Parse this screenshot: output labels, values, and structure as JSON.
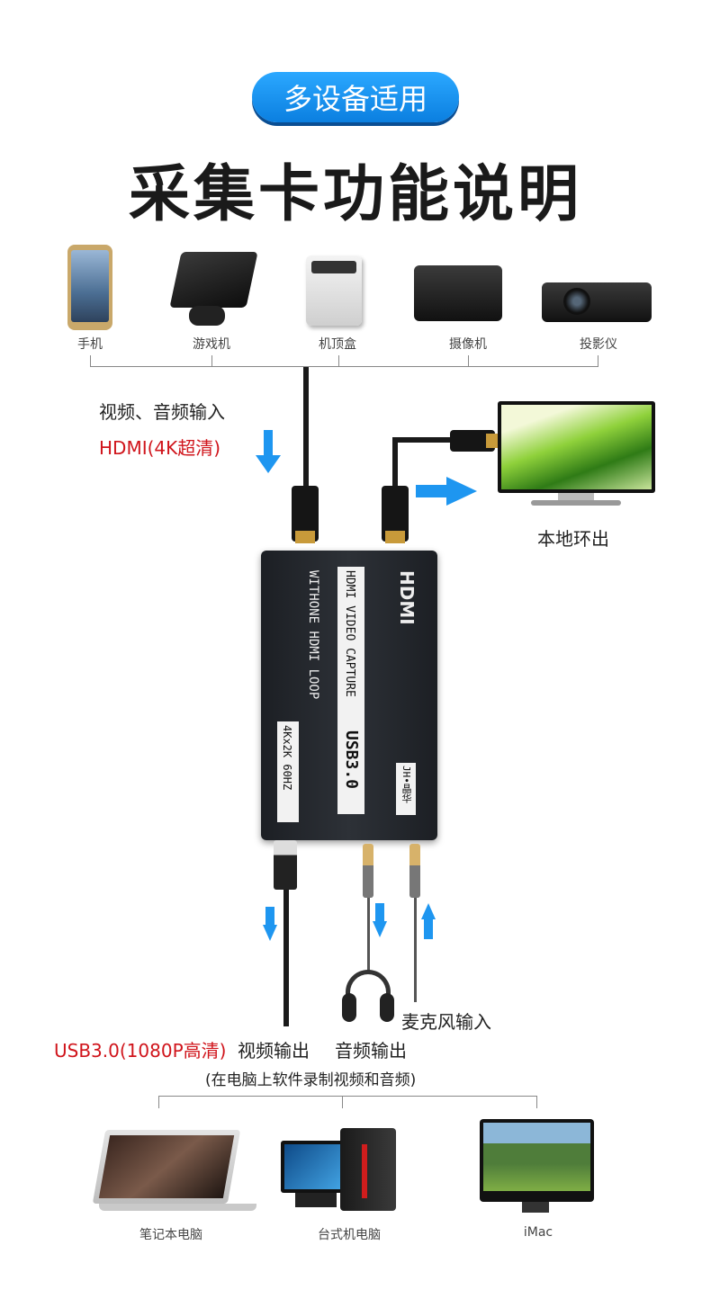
{
  "badge": "多设备适用",
  "title": "采集卡功能说明",
  "devices": [
    "手机",
    "游戏机",
    "机顶盒",
    "摄像机",
    "投影仪"
  ],
  "input": {
    "line1": "视频、音频输入",
    "line2": "HDMI(4K超清)"
  },
  "loop_out": "本地环出",
  "card": {
    "brand": "HDMI",
    "line_a": "HDMI VIDEO CAPTURE",
    "line_b": "WITHONE HDMI LOOP",
    "usb": "USB3.0",
    "res": "4Kx2K 60HZ",
    "logo": "JH•晶华"
  },
  "mic_in": "麦克风输入",
  "output": {
    "usb_label": "USB3.0(1080P高清)",
    "video_out": "视频输出",
    "audio_out": "音频输出",
    "note": "(在电脑上软件录制视频和音频)"
  },
  "computers": [
    "笔记本电脑",
    "台式机电脑",
    "iMac"
  ],
  "colors": {
    "accent": "#1e96f0",
    "red": "#d0141b"
  }
}
